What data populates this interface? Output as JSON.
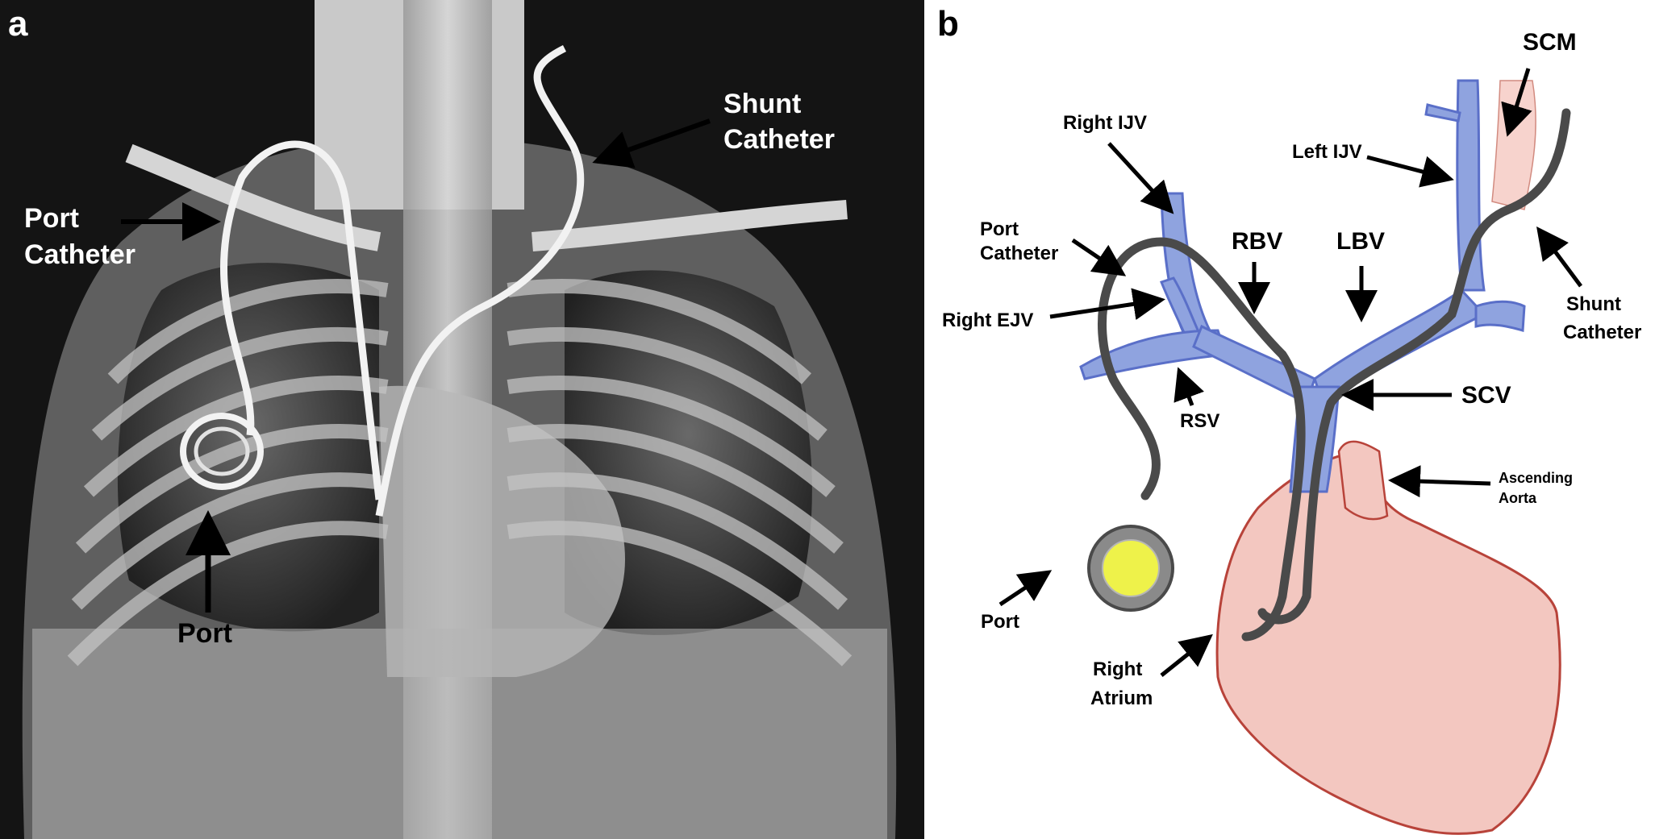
{
  "panel_a": {
    "letter": "a",
    "labels": {
      "shunt_catheter": [
        "Shunt",
        "Catheter"
      ],
      "port_catheter": [
        "Port",
        "Catheter"
      ],
      "port": "Port"
    }
  },
  "panel_b": {
    "letter": "b",
    "labels": {
      "scm": "SCM",
      "right_ijv": "Right IJV",
      "left_ijv": "Left IJV",
      "port_catheter": [
        "Port",
        "Catheter"
      ],
      "rbv": "RBV",
      "lbv": "LBV",
      "right_ejv": "Right EJV",
      "rsv": "RSV",
      "scv": "SCV",
      "shunt_catheter": [
        "Shunt",
        "Catheter"
      ],
      "ascending_aorta": [
        "Ascending",
        "Aorta"
      ],
      "port": "Port",
      "right_atrium": [
        "Right",
        "Atrium"
      ]
    }
  },
  "colors": {
    "vein_blue": "#5a6fc8",
    "vein_fill": "#8fa3df",
    "heart_fill": "#f3c7c0",
    "heart_edge": "#b8433a",
    "catheter": "#4a4a4a",
    "port_yellow": "#eef24a",
    "xray_dark": "#141414"
  }
}
